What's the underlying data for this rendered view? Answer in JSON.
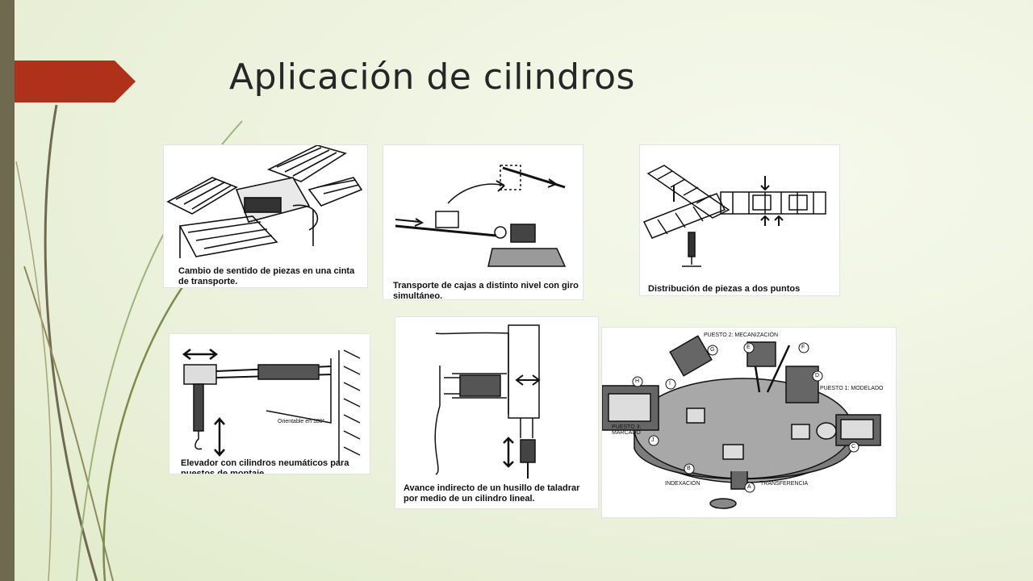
{
  "slide": {
    "title": "Aplicación de cilindros",
    "accent_color": "#b0311a",
    "sidebar_color": "#6f6a4f",
    "background_color": "#eef3e0"
  },
  "figures": [
    {
      "id": "fig1",
      "caption": "Cambio de sentido de piezas en una cinta de transporte."
    },
    {
      "id": "fig2",
      "caption": "Transporte de cajas a distinto nivel con giro simultáneo."
    },
    {
      "id": "fig3",
      "caption": "Distribución de piezas a dos puntos distintos"
    },
    {
      "id": "fig4",
      "caption": "Elevador con cilindros neumáticos para puestos de montaje.",
      "label": "Orientable en 180°"
    },
    {
      "id": "fig5",
      "caption": "Avance indirecto de un husillo de taladrar por medio de un cilindro lineal."
    },
    {
      "id": "fig6",
      "labels": {
        "puesto2": "PUESTO 2: MECANIZACIÓN",
        "puesto1": "PUESTO 1: MODELADO",
        "puesto3": "PUESTO 3: MARCADO",
        "indexacion": "INDEXACIÓN",
        "transferencia": "TRANSFERENCIA",
        "markers": [
          "A",
          "B",
          "C",
          "D",
          "E",
          "F",
          "G",
          "H",
          "I",
          "J"
        ]
      }
    }
  ]
}
